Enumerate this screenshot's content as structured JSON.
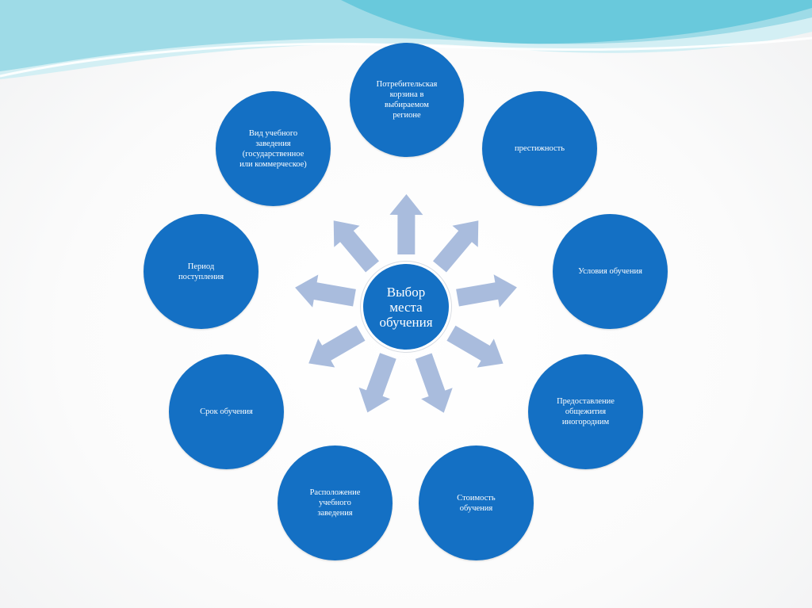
{
  "diagram": {
    "center_label": "Выбор\nместа\nобучения",
    "nodes": [
      {
        "id": "consumer-basket",
        "label": "Потребительская\nкорзина в\nвыбираемом\nрегионе"
      },
      {
        "id": "prestige",
        "label": "престижность"
      },
      {
        "id": "study-conditions",
        "label": "Условия обучения"
      },
      {
        "id": "dormitory",
        "label": "Предоставление\nобщежития\nиногородним"
      },
      {
        "id": "cost",
        "label": "Стоимость\nобучения"
      },
      {
        "id": "location",
        "label": "Расположение\nучебного\nзаведения"
      },
      {
        "id": "duration",
        "label": "Срок обучения"
      },
      {
        "id": "admission-period",
        "label": "Период\nпоступления"
      },
      {
        "id": "institution-type",
        "label": "Вид учебного\nзаведения\n(государственное\nили коммерческое)"
      }
    ],
    "colors": {
      "node_fill": "#1470c4",
      "arrow_fill": "#a9bcdd",
      "wave_light": "#bfe8f0",
      "wave_dark": "#5fc6d9"
    }
  }
}
